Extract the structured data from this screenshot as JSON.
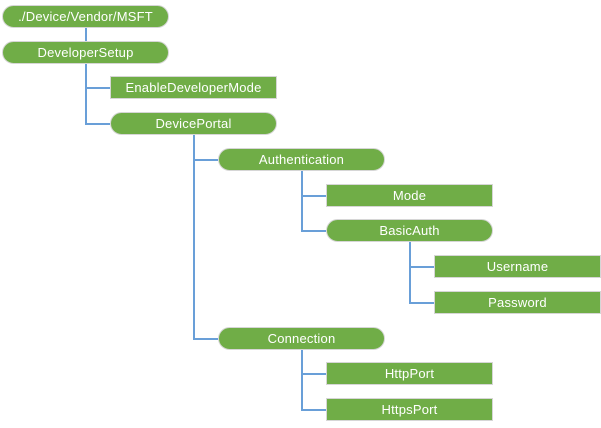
{
  "diagram": {
    "description": "CSP configuration tree",
    "colors": {
      "node_fill": "#70ad47",
      "node_border": "#d6d6d6",
      "node_text": "#ffffff",
      "connector": "#699fd8",
      "background": "#ffffff"
    },
    "nodes": [
      {
        "id": "msft",
        "label": "./Device/Vendor/MSFT",
        "shape": "pill",
        "level": 0,
        "row": 0,
        "parent": null
      },
      {
        "id": "developersetup",
        "label": "DeveloperSetup",
        "shape": "pill",
        "level": 0,
        "row": 1,
        "parent": "msft"
      },
      {
        "id": "enabledevelopermode",
        "label": "EnableDeveloperMode",
        "shape": "rect",
        "level": 1,
        "row": 2,
        "parent": "developersetup"
      },
      {
        "id": "deviceportal",
        "label": "DevicePortal",
        "shape": "pill",
        "level": 1,
        "row": 3,
        "parent": "developersetup"
      },
      {
        "id": "authentication",
        "label": "Authentication",
        "shape": "pill",
        "level": 2,
        "row": 4,
        "parent": "deviceportal"
      },
      {
        "id": "mode",
        "label": "Mode",
        "shape": "rect",
        "level": 3,
        "row": 5,
        "parent": "authentication"
      },
      {
        "id": "basicauth",
        "label": "BasicAuth",
        "shape": "pill",
        "level": 3,
        "row": 6,
        "parent": "authentication"
      },
      {
        "id": "username",
        "label": "Username",
        "shape": "rect",
        "level": 4,
        "row": 7,
        "parent": "basicauth"
      },
      {
        "id": "password",
        "label": "Password",
        "shape": "rect",
        "level": 4,
        "row": 8,
        "parent": "basicauth"
      },
      {
        "id": "connection",
        "label": "Connection",
        "shape": "pill",
        "level": 2,
        "row": 9,
        "parent": "deviceportal"
      },
      {
        "id": "httpport",
        "label": "HttpPort",
        "shape": "rect",
        "level": 3,
        "row": 10,
        "parent": "connection"
      },
      {
        "id": "httpsport",
        "label": "HttpsPort",
        "shape": "rect",
        "level": 3,
        "row": 11,
        "parent": "connection"
      }
    ]
  }
}
